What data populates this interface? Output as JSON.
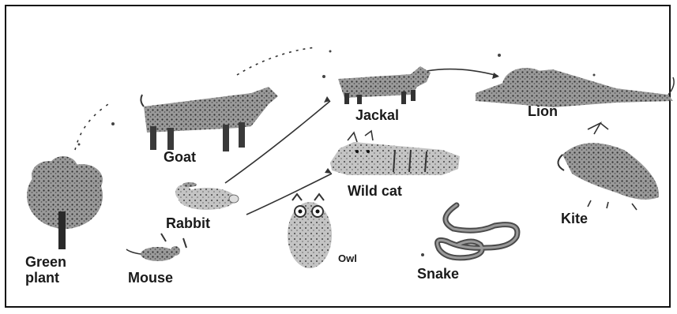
{
  "labels": {
    "green_plant_line1": "Green",
    "green_plant_line2": "plant",
    "mouse": "Mouse",
    "rabbit": "Rabbit",
    "goat": "Goat",
    "owl": "Owl",
    "jackal": "Jackal",
    "wild_cat": "Wild cat",
    "lion": "Lion",
    "snake": "Snake",
    "kite": "Kite"
  },
  "colors": {
    "ink": "#1a1a1a",
    "sketch_fill": "#8a8a8a",
    "sketch_dark": "#3a3a3a",
    "background": "#ffffff"
  }
}
